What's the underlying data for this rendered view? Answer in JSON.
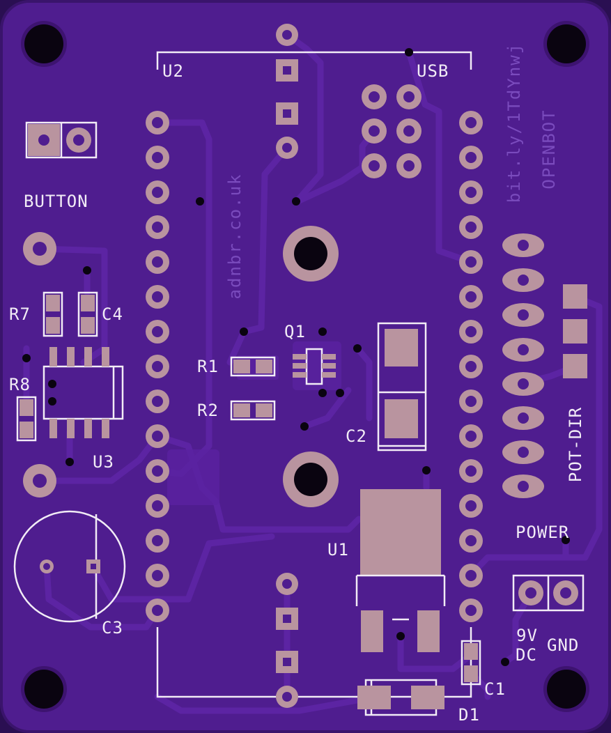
{
  "colors": {
    "board": "#4f1d8f",
    "board_edge": "#3a146c",
    "copper_trace": "#5c24a3",
    "pad": "#b9949f",
    "hole": "#0a0410",
    "silkscreen": "#f2ecf6",
    "silk_faint": "#7a4bbd"
  },
  "labels": {
    "u2": "U2",
    "usb": "USB",
    "button": "BUTTON",
    "r7": "R7",
    "c4": "C4",
    "r8": "R8",
    "u3": "U3",
    "c3": "C3",
    "q1": "Q1",
    "r1": "R1",
    "r2": "R2",
    "c2": "C2",
    "u1": "U1",
    "c1": "C1",
    "d1": "D1",
    "pot_dir": "POT-DIR",
    "power": "POWER",
    "nine_v": "9V",
    "dc": "DC",
    "gnd": "GND",
    "url_vertical": "bit.ly/1TdYnwj",
    "openbot_vertical": "OPENBOT",
    "adnbr_vertical": "adnbr.co.uk"
  },
  "icons": {
    "mounting_hole": "mounting-hole-icon",
    "via": "via-icon",
    "pad": "pad-icon"
  }
}
